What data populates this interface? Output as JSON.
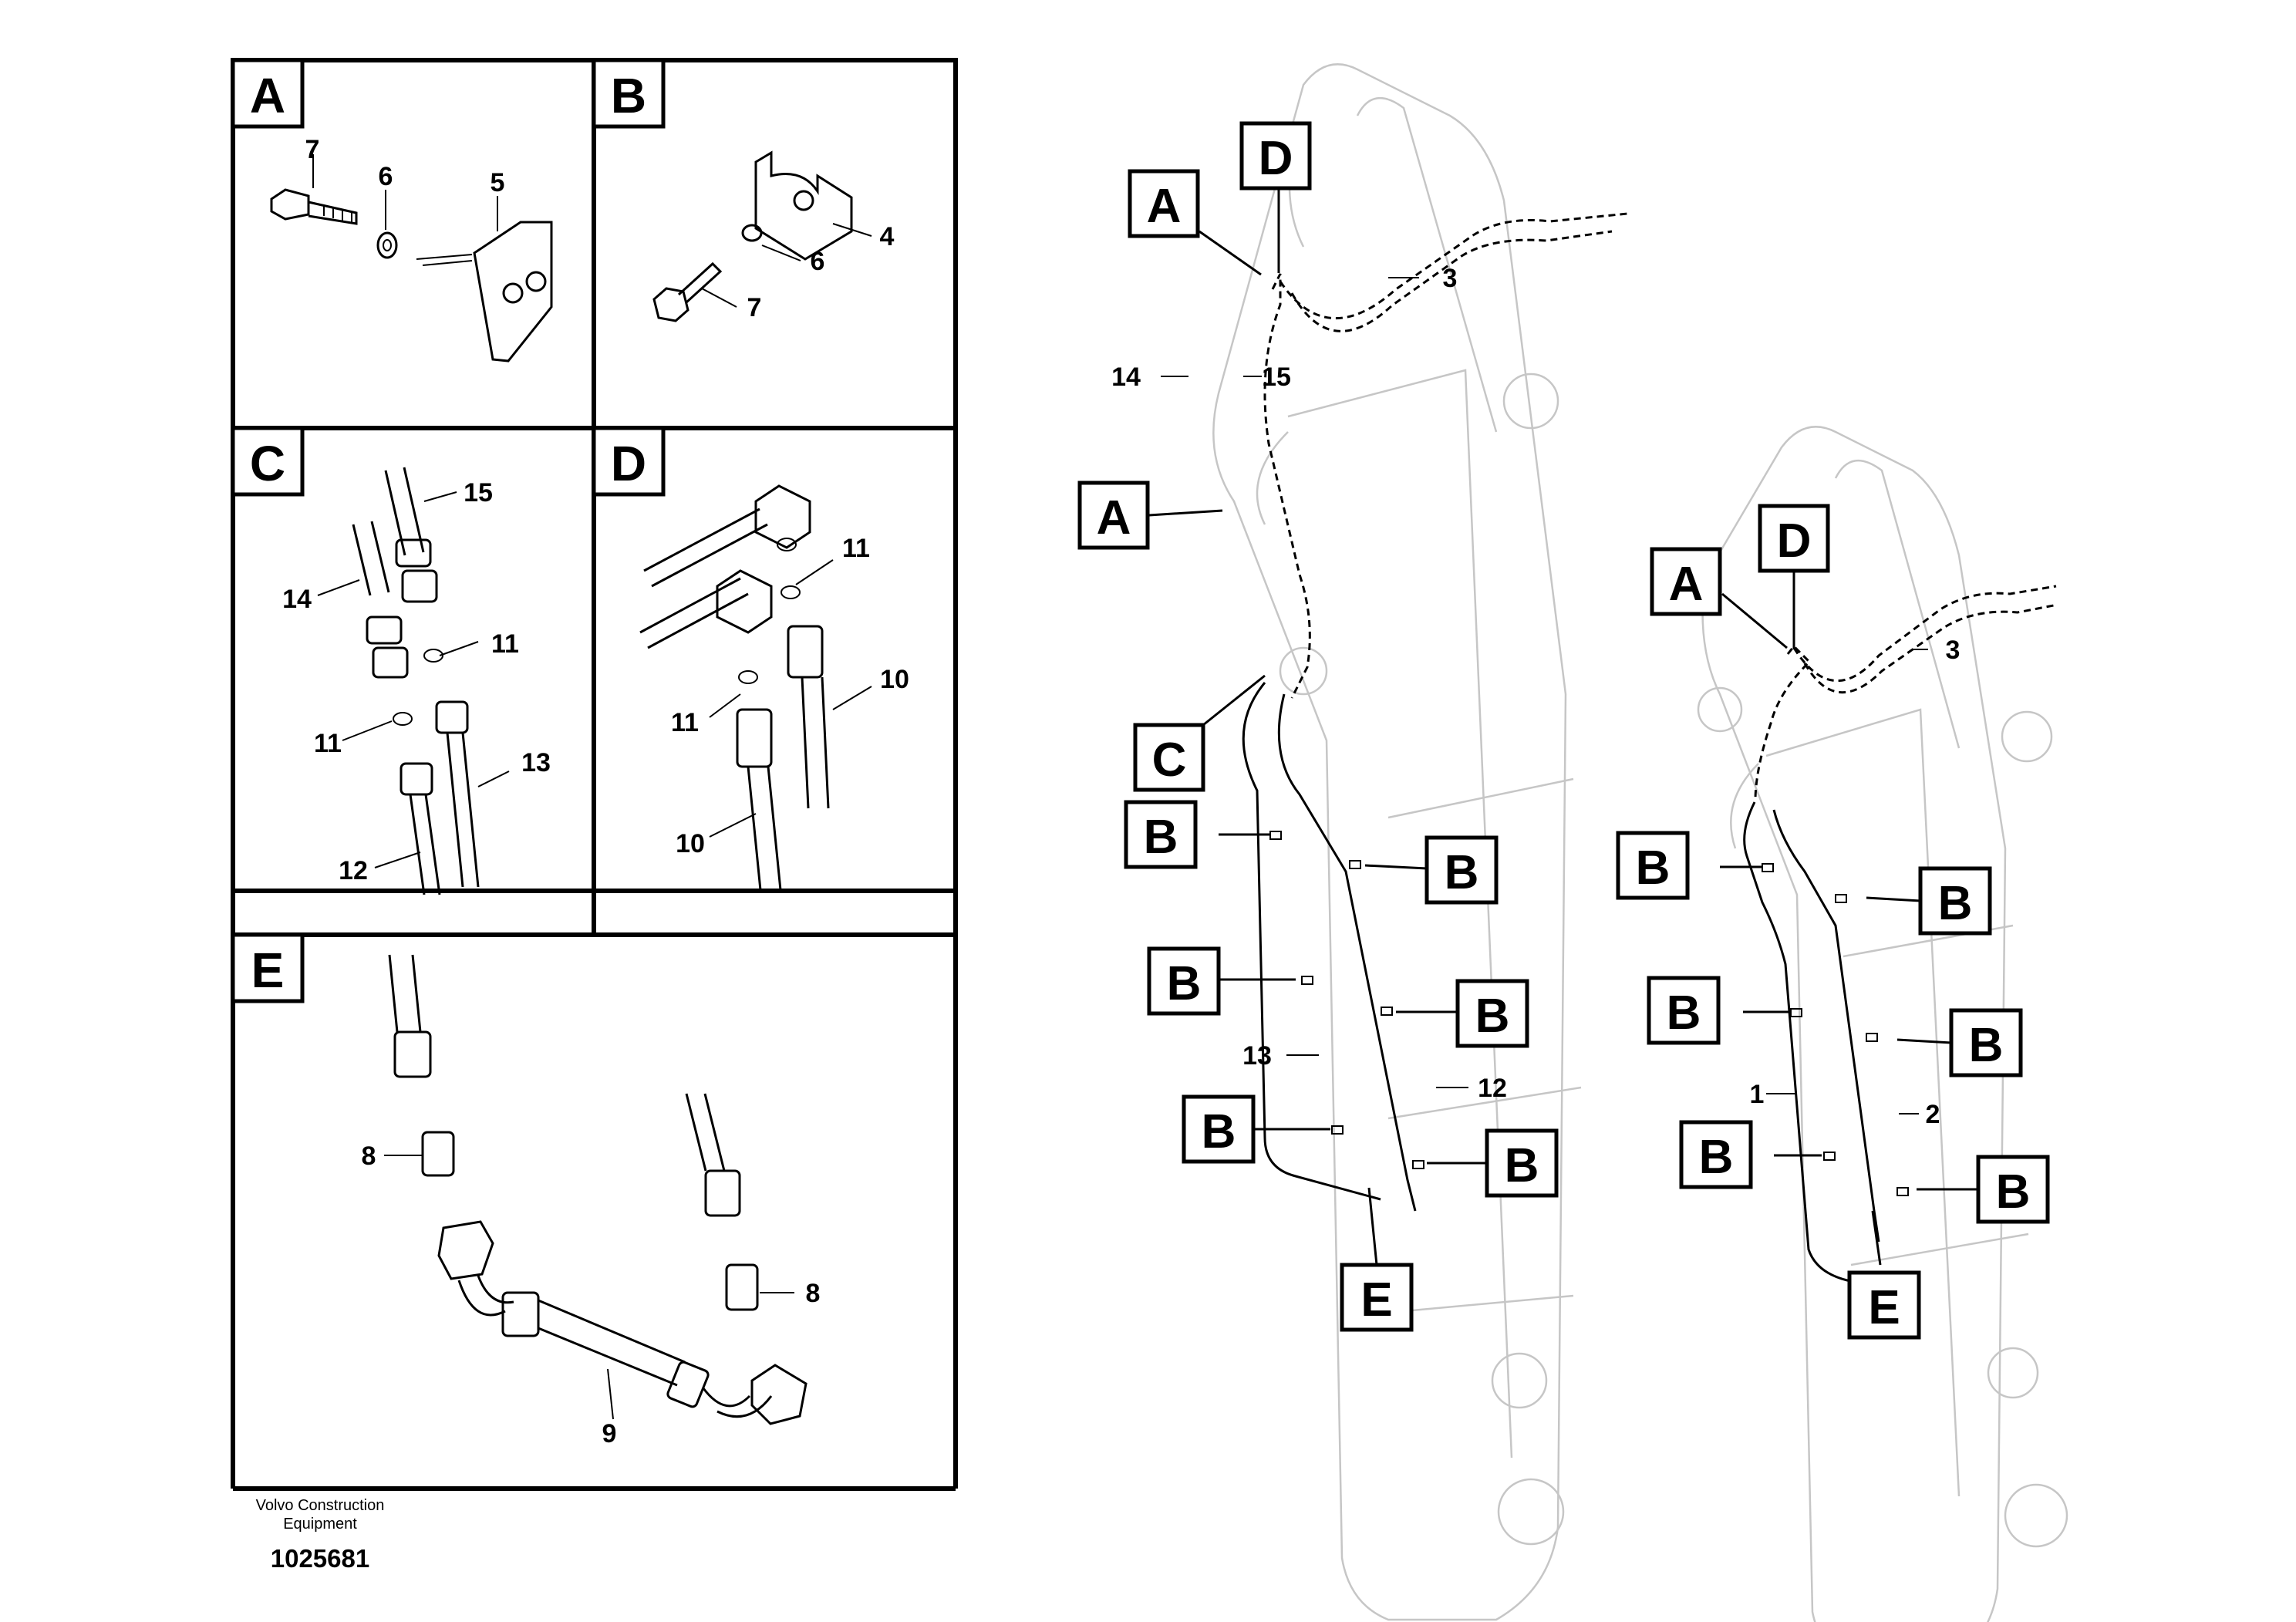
{
  "panels": {
    "A": {
      "label": "A",
      "callouts": {
        "p7": "7",
        "p6": "6",
        "p5": "5"
      }
    },
    "B": {
      "label": "B",
      "callouts": {
        "p4": "4",
        "p6": "6",
        "p7": "7"
      }
    },
    "C": {
      "label": "C",
      "callouts": {
        "p15": "15",
        "p14": "14",
        "p11a": "11",
        "p11b": "11",
        "p13": "13",
        "p12": "12"
      }
    },
    "D": {
      "label": "D",
      "callouts": {
        "p11a": "11",
        "p11b": "11",
        "p10a": "10",
        "p10b": "10"
      }
    },
    "E": {
      "label": "E",
      "callouts": {
        "p8a": "8",
        "p8b": "8",
        "p9": "9"
      }
    }
  },
  "boom_left": {
    "labels": {
      "A1": "A",
      "D": "D",
      "A2": "A",
      "C": "C",
      "B1": "B",
      "B2": "B",
      "B3": "B",
      "B4": "B",
      "B5": "B",
      "B6": "B",
      "E": "E"
    },
    "callouts": {
      "p3": "3",
      "p14": "14",
      "p15": "15",
      "p13": "13",
      "p12": "12"
    }
  },
  "boom_right": {
    "labels": {
      "A": "A",
      "D": "D",
      "B1": "B",
      "B2": "B",
      "B3": "B",
      "B4": "B",
      "B5": "B",
      "B6": "B",
      "E": "E"
    },
    "callouts": {
      "p3": "3",
      "p1": "1",
      "p2": "2"
    }
  },
  "footer": {
    "brand_line1": "Volvo Construction",
    "brand_line2": "Equipment",
    "drawing_number": "1025681"
  }
}
